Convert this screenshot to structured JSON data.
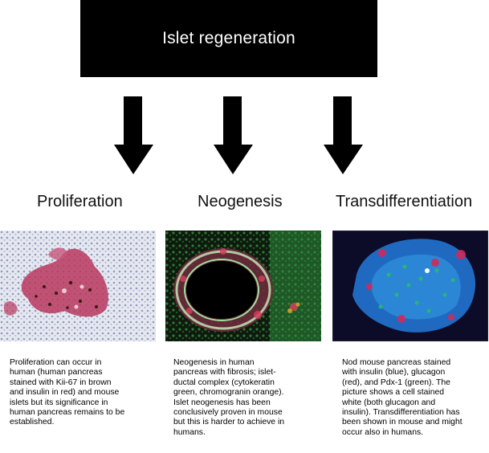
{
  "header": {
    "title": "Islet regeneration"
  },
  "columns": [
    {
      "title": "Proliferation",
      "caption": "Proliferation can occur in\nhuman  (human pancreas\nstained with Kii-67  in brown\nand insulin in red) and mouse\nislets but its  significance in\nhuman pancreas remains to be\nestablished."
    },
    {
      "title": "Neogenesis",
      "caption": "Neogenesis in human\npancreas with fibrosis; islet-\nductal complex  (cytokeratin\ngreen, chromogranin  orange).\nIslet  neogenesis has been\nconclusively proven in mouse\nbut this is harder to achieve in\nhumans."
    },
    {
      "title": "Transdifferentiation",
      "caption": "Nod mouse pancreas stained\nwith insulin (blue), glucagon\n(red), and Pdx-1 (green).  The\npicture shows a cell stained\nwhite (both glucagon and\ninsulin). Transdifferentiation has\nbeen shown in mouse and might\noccur also in  humans."
    }
  ]
}
